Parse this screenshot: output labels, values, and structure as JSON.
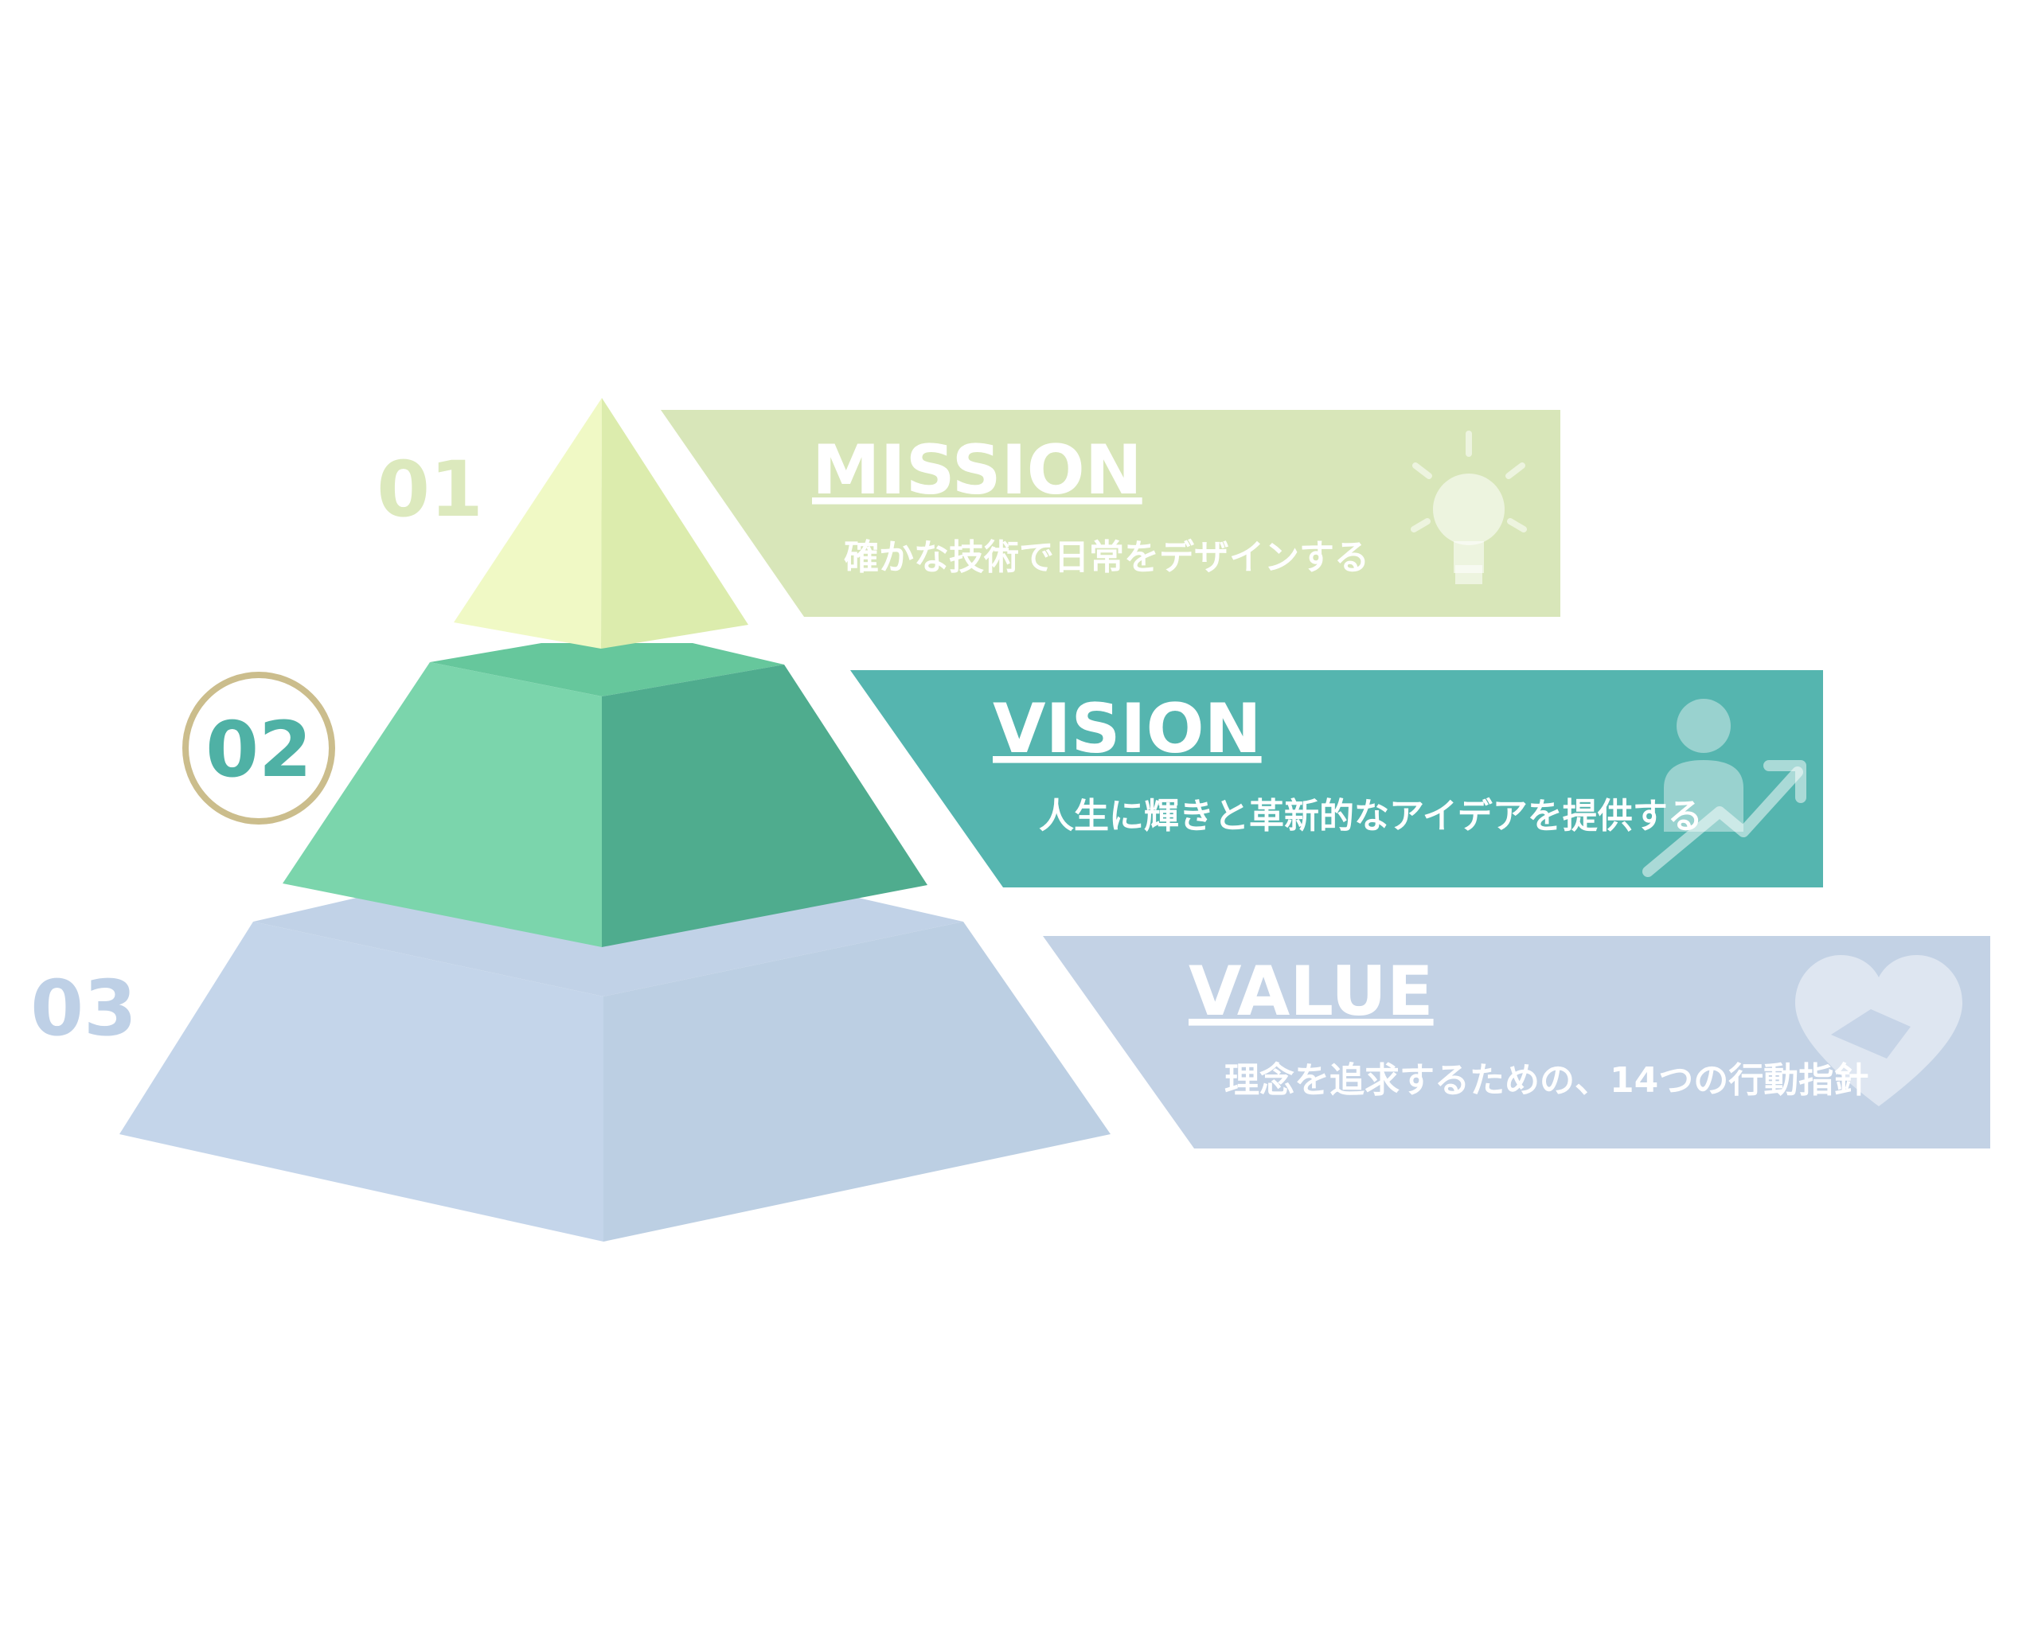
{
  "colors": {
    "mission_banner": "#d8e6b9",
    "mission_apex_light": "#f0f9c5",
    "mission_apex_dark": "#dcecad",
    "mission_number": "#dce9bd",
    "vision_banner": "#55b5af",
    "vision_front_light": "#7bd5ac",
    "vision_front_dark": "#4fac8e",
    "vision_top": "#66c79c",
    "vision_number": "#4fb1a5",
    "vision_ring": "#cbbd8c",
    "value_banner": "#c3d2e5",
    "value_front_light": "#c4d5ea",
    "value_front_dark": "#bccfe3",
    "value_top": "#c1d2e7",
    "value_number": "#bed0e6",
    "text_light": "#ffffff"
  },
  "tiers": [
    {
      "number": "01",
      "title": "MISSION",
      "description": "確かな技術で日常をデザインする",
      "icon": "lightbulb-icon"
    },
    {
      "number": "02",
      "title": "VISION",
      "description": "人生に輝きと革新的なアイデアを提供する",
      "icon": "person-growth-icon"
    },
    {
      "number": "03",
      "title": "VALUE",
      "description": "理念を追求するための、14つの行動指針",
      "icon": "heart-handshake-icon"
    }
  ]
}
